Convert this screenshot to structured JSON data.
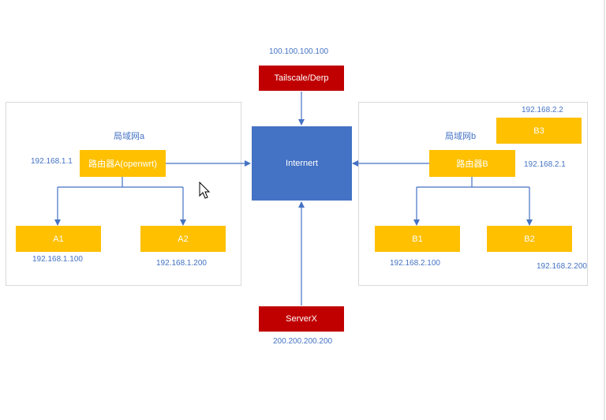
{
  "colors": {
    "router_node": "#ffc000",
    "server_node": "#c00000",
    "internet_node": "#4472c4",
    "connector": "#4472c4",
    "lan_border": "#d9d9d9"
  },
  "derp": {
    "label": "Tailscale/Derp",
    "ip": "100.100.100.100"
  },
  "internet": {
    "label": "Internert"
  },
  "serverx": {
    "label": "ServerX",
    "ip": "200.200.200.200"
  },
  "lan_a": {
    "title": "局域网a",
    "router": {
      "label": "路由器A(openwrt)",
      "ip": "192.168.1.1"
    },
    "hosts": [
      {
        "label": "A1",
        "ip": "192.168.1.100"
      },
      {
        "label": "A2",
        "ip": "192.168.1.200"
      }
    ]
  },
  "lan_b": {
    "title": "局域网b",
    "router": {
      "label": "路由器B",
      "ip": "192.168.2.1"
    },
    "hosts": [
      {
        "label": "B1",
        "ip": "192.168.2.100"
      },
      {
        "label": "B2",
        "ip": "192.168.2.200"
      },
      {
        "label": "B3",
        "ip": "192.168.2.2"
      }
    ]
  },
  "cursor": {
    "icon": "mouse-pointer-icon"
  }
}
